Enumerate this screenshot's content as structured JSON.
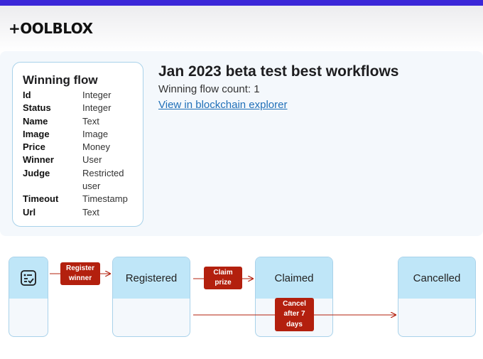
{
  "brand": {
    "logo_text": "+OOLBLOX",
    "accent": "#3b27d8"
  },
  "card": {
    "title": "Winning flow",
    "fields": [
      {
        "name": "Id",
        "type": "Integer"
      },
      {
        "name": "Status",
        "type": "Integer"
      },
      {
        "name": "Name",
        "type": "Text"
      },
      {
        "name": "Image",
        "type": "Image"
      },
      {
        "name": "Price",
        "type": "Money"
      },
      {
        "name": "Winner",
        "type": "User"
      },
      {
        "name": "Judge",
        "type": "Restricted user"
      },
      {
        "name": "Timeout",
        "type": "Timestamp"
      },
      {
        "name": "Url",
        "type": "Text"
      }
    ]
  },
  "main": {
    "title": "Jan 2023 beta test best workflows",
    "count_text": "Winning flow count: 1",
    "explorer_link": "View in blockchain explorer"
  },
  "flow": {
    "initial_icon": "checklist-icon",
    "states": [
      "Registered",
      "Claimed",
      "Cancelled"
    ],
    "actions": {
      "register": "Register winner",
      "claim": "Claim prize",
      "cancel": "Cancel after 7 days"
    },
    "colors": {
      "state_head": "#bfe6f8",
      "action": "#b3200e",
      "arrow": "#b3200e"
    }
  }
}
